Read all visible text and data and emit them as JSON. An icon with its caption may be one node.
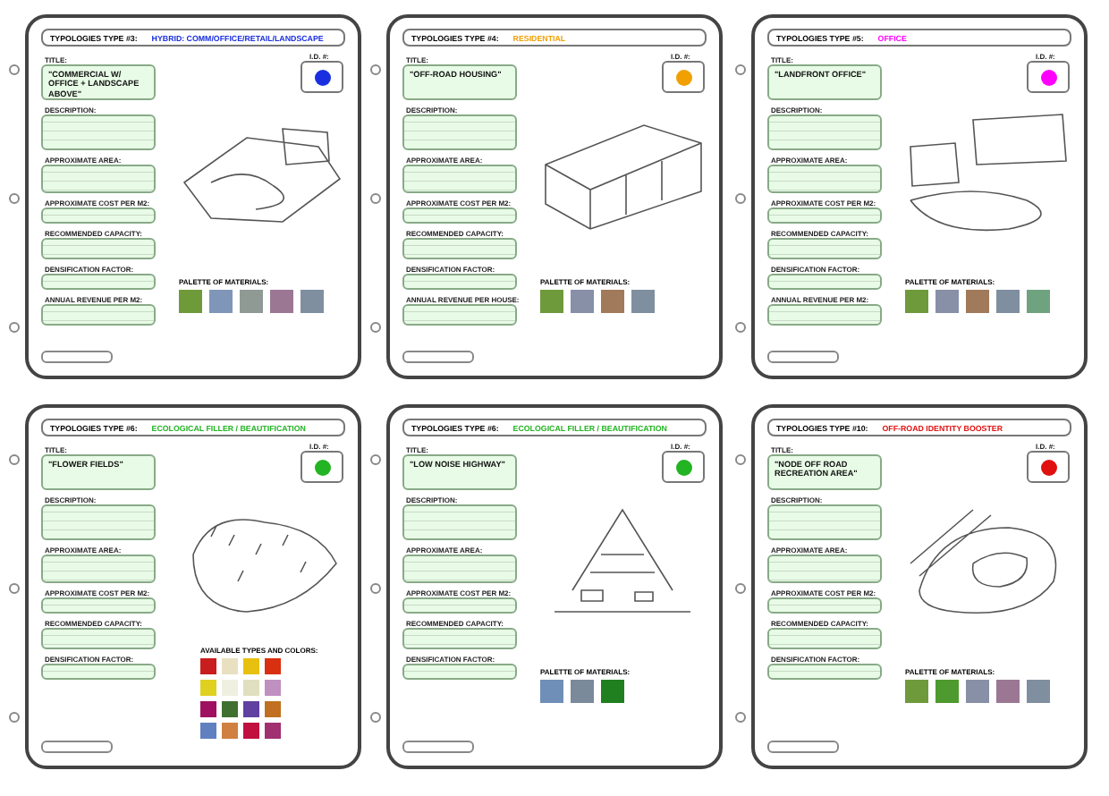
{
  "diagram": {
    "nodes": [
      {
        "text": [],
        "shape": "box"
      },
      {
        "text": [
          "TYPOLOGIES TYPE #3:",
          "HYBRID: COMM/OFFICE/RETAIL/LANDSCAPE"
        ],
        "in": 0
      },
      {
        "text": [
          "TITLE:",
          "\"COMMERCIAL W/ OFFICE + LANDSCAPE ABOVE\""
        ],
        "in": 0
      },
      {
        "text": [
          "DESCRIPTION:"
        ],
        "in": 0
      },
      {
        "text": [
          "APPROXIMATE AREA:"
        ],
        "in": 0
      },
      {
        "text": [
          "APPROXIMATE COST PER M2:"
        ],
        "in": 0
      },
      {
        "text": [
          "RECOMMENDED CAPACITY:"
        ],
        "in": 0
      },
      {
        "text": [
          "DENSIFICATION FACTOR:"
        ],
        "in": 0
      },
      {
        "text": [
          "ANNUAL REVENUE PER M2:"
        ],
        "in": 0
      },
      {
        "text": [
          "I.D. #:"
        ],
        "in": 0
      },
      {
        "text": [],
        "shape": "box"
      },
      {
        "text": [
          "TYPOLOGIES TYPE #4:",
          "RESIDENTIAL"
        ],
        "in": 10
      },
      {
        "text": [
          "TITLE:",
          "\"OFF-ROAD HOUSING\""
        ],
        "in": 10
      },
      {
        "text": [
          "DESCRIPTION:"
        ],
        "in": 10
      },
      {
        "text": [
          "APPROXIMATE AREA:"
        ],
        "in": 10
      },
      {
        "text": [
          "APPROXIMATE COST PER M2:"
        ],
        "in": 10
      },
      {
        "text": [
          "RECOMMENDED CAPACITY:"
        ],
        "in": 10
      },
      {
        "text": [
          "DENSIFICATION FACTOR:"
        ],
        "in": 10
      },
      {
        "text": [
          "ANNUAL REVENUE PER HOUSE:"
        ],
        "in": 10
      },
      {
        "text": [
          "I.D. #:"
        ],
        "in": 10
      },
      {
        "text": [],
        "shape": "box"
      },
      {
        "text": [
          "TYPOLOGIES TYPE #5:",
          "OFFICE"
        ],
        "in": 20
      },
      {
        "text": [
          "TITLE:",
          "\"LANDFRONT OFFICE\""
        ],
        "in": 20
      },
      {
        "text": [
          "DESCRIPTION:"
        ],
        "in": 20
      },
      {
        "text": [
          "APPROXIMATE AREA:"
        ],
        "in": 20
      },
      {
        "text": [
          "APPROXIMATE COST PER M2:"
        ],
        "in": 20
      },
      {
        "text": [
          "RECOMMENDED CAPACITY:"
        ],
        "in": 20
      },
      {
        "text": [
          "DENSIFICATION FACTOR:"
        ],
        "in": 20
      },
      {
        "text": [
          "ANNUAL REVENUE PER M2:"
        ],
        "in": 20
      },
      {
        "text": [
          "I.D. #:"
        ],
        "in": 20
      },
      {
        "text": [],
        "shape": "box"
      },
      {
        "text": [
          "TYPOLOGIES TYPE #6:",
          "ECOLOGICAL FILLER / BEAUTIFICATION"
        ],
        "in": 30
      },
      {
        "text": [
          "TITLE:",
          "\"FLOWER FIELDS\""
        ],
        "in": 30
      },
      {
        "text": [
          "DESCRIPTION:"
        ],
        "in": 30
      },
      {
        "text": [
          "APPROXIMATE AREA:"
        ],
        "in": 30
      },
      {
        "text": [
          "APPROXIMATE COST PER M2:"
        ],
        "in": 30
      },
      {
        "text": [
          "RECOMMENDED CAPACITY:"
        ],
        "in": 30
      },
      {
        "text": [
          "DENSIFICATION FACTOR:"
        ],
        "in": 30
      },
      {
        "text": [
          "I.D. #:"
        ],
        "in": 30
      },
      {
        "text": [],
        "shape": "box"
      },
      {
        "text": [
          "TYPOLOGIES TYPE #6:",
          "ECOLOGICAL FILLER / BEAUTIFICATION"
        ],
        "in": 39
      },
      {
        "text": [
          "TITLE:",
          "\"LOW NOISE HIGHWAY\""
        ],
        "in": 39
      },
      {
        "text": [
          "DESCRIPTION:"
        ],
        "in": 39
      },
      {
        "text": [
          "APPROXIMATE AREA:"
        ],
        "in": 39
      },
      {
        "text": [
          "APPROXIMATE COST PER M2:"
        ],
        "in": 39
      },
      {
        "text": [
          "RECOMMENDED CAPACITY:"
        ],
        "in": 39
      },
      {
        "text": [
          "DENSIFICATION FACTOR:"
        ],
        "in": 39
      },
      {
        "text": [
          "I.D. #:"
        ],
        "in": 39
      },
      {
        "text": [],
        "shape": "box"
      },
      {
        "text": [
          "TYPOLOGIES TYPE #10:",
          "OFF-ROAD IDENTITY BOOSTER"
        ],
        "in": 48
      },
      {
        "text": [
          "TITLE:",
          "\"NODE OFF ROAD RECREATION AREA\""
        ],
        "in": 48
      },
      {
        "text": [
          "DESCRIPTION:"
        ],
        "in": 48
      },
      {
        "text": [
          "APPROXIMATE AREA:"
        ],
        "in": 48
      },
      {
        "text": [
          "APPROXIMATE COST PER M2:"
        ],
        "in": 48
      },
      {
        "text": [
          "RECOMMENDED CAPACITY:"
        ],
        "in": 48
      },
      {
        "text": [
          "DENSIFICATION FACTOR:"
        ],
        "in": 48
      },
      {
        "text": [
          "I.D. #:"
        ],
        "in": 48
      }
    ],
    "labels": [
      "PALETTE OF MATERIALS:",
      "PALETTE OF MATERIALS:",
      "PALETTE OF MATERIALS:",
      "AVAILABLE TYPES AND COLORS:",
      "PALETTE OF MATERIALS:",
      "PALETTE OF MATERIALS:"
    ]
  }
}
